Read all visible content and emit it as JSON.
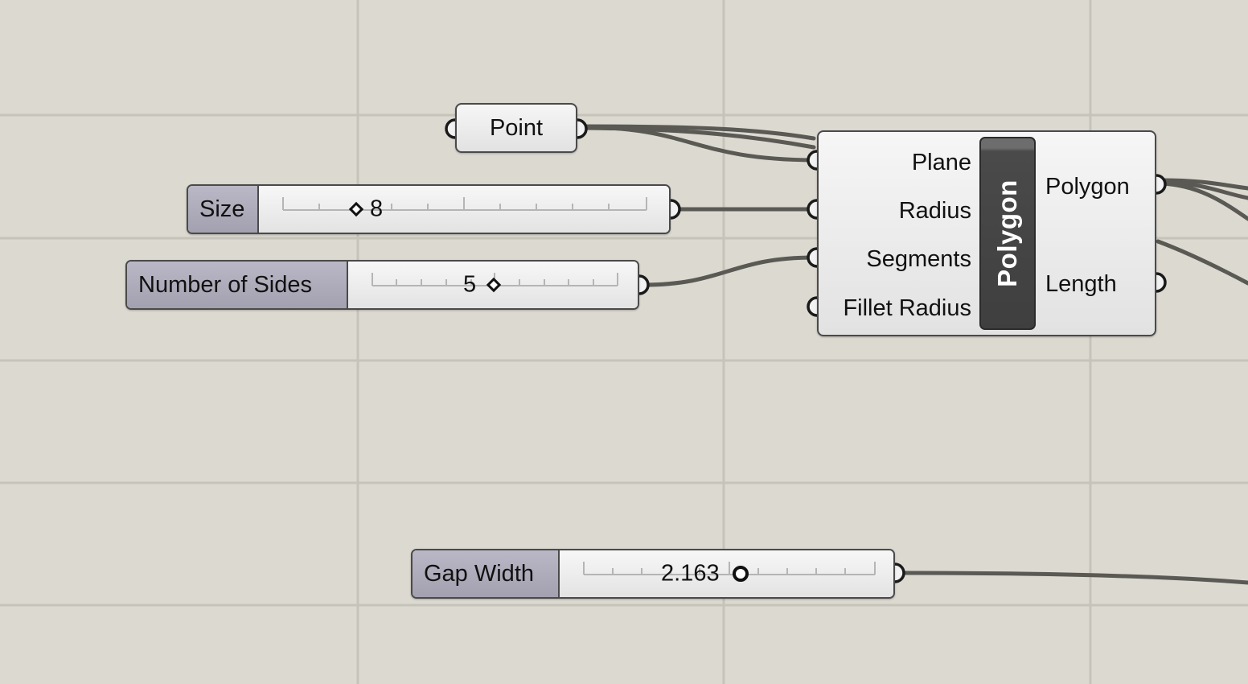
{
  "canvas": {
    "background": "#dcd9d1",
    "grid_color": "#c6c3bb",
    "wire_color": "#5a5954"
  },
  "point_param": {
    "label": "Point"
  },
  "sliders": {
    "size": {
      "label": "Size",
      "value": "8",
      "grip": "diamond-grip-icon"
    },
    "sides": {
      "label": "Number of Sides",
      "value": "5",
      "grip": "diamond-grip-icon"
    },
    "gap": {
      "label": "Gap Width",
      "value": "2.163",
      "grip": "circle-grip-icon"
    }
  },
  "polygon_component": {
    "title": "Polygon",
    "inputs": [
      "Plane",
      "Radius",
      "Segments",
      "Fillet Radius"
    ],
    "outputs": [
      "Polygon",
      "Length"
    ]
  }
}
